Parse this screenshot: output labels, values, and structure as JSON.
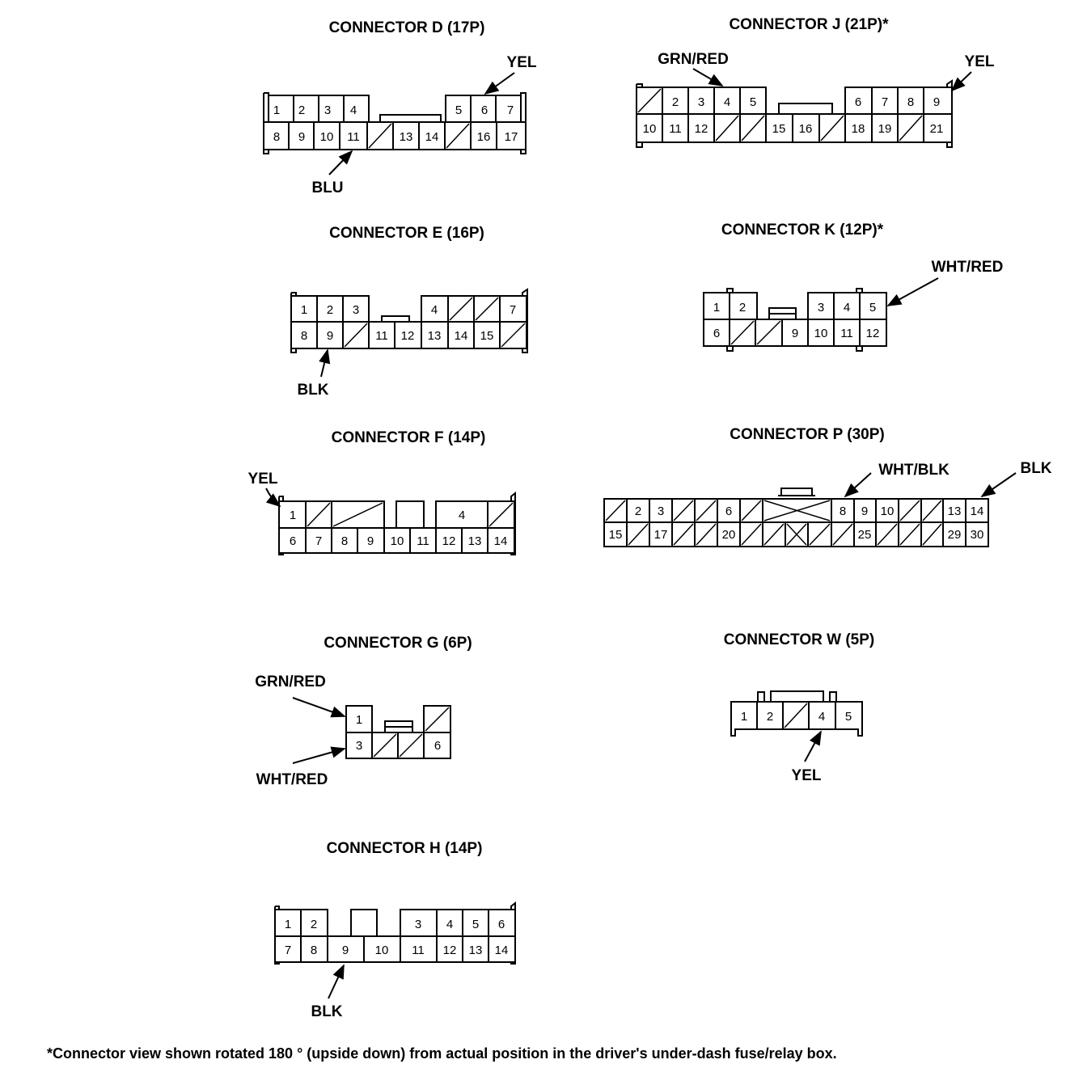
{
  "connectors": {
    "d": {
      "title": "CONNECTOR D (17P)",
      "row1": [
        "1",
        "2",
        "3",
        "4",
        "5",
        "6",
        "7"
      ],
      "row2": [
        "8",
        "9",
        "10",
        "11",
        "13",
        "14",
        "16",
        "17"
      ],
      "wire_top": "YEL",
      "wire_bottom": "BLU"
    },
    "e": {
      "title": "CONNECTOR E (16P)",
      "row1": [
        "1",
        "2",
        "3",
        "4",
        "7"
      ],
      "row2": [
        "8",
        "9",
        "11",
        "12",
        "13",
        "14",
        "15"
      ],
      "wire": "BLK"
    },
    "f": {
      "title": "CONNECTOR F (14P)",
      "row1": [
        "1",
        "4"
      ],
      "row2": [
        "6",
        "7",
        "8",
        "9",
        "10",
        "11",
        "12",
        "13",
        "14"
      ],
      "wire": "YEL"
    },
    "g": {
      "title": "CONNECTOR G (6P)",
      "row1": [
        "1"
      ],
      "row2": [
        "3",
        "6"
      ],
      "wire_top": "GRN/RED",
      "wire_bottom": "WHT/RED"
    },
    "h": {
      "title": "CONNECTOR H (14P)",
      "row1": [
        "1",
        "2",
        "3",
        "4",
        "5",
        "6"
      ],
      "row2": [
        "7",
        "8",
        "9",
        "10",
        "11",
        "12",
        "13",
        "14"
      ],
      "wire": "BLK"
    },
    "j": {
      "title": "CONNECTOR J (21P)*",
      "row1": [
        "2",
        "3",
        "4",
        "5",
        "6",
        "7",
        "8",
        "9"
      ],
      "row2": [
        "10",
        "11",
        "12",
        "15",
        "16",
        "18",
        "19",
        "21"
      ],
      "wire_left": "GRN/RED",
      "wire_right": "YEL"
    },
    "k": {
      "title": "CONNECTOR K (12P)*",
      "row1": [
        "1",
        "2",
        "3",
        "4",
        "5"
      ],
      "row2": [
        "6",
        "9",
        "10",
        "11",
        "12"
      ],
      "wire": "WHT/RED"
    },
    "p": {
      "title": "CONNECTOR P (30P)",
      "row1": [
        "2",
        "3",
        "6",
        "8",
        "9",
        "10",
        "13",
        "14"
      ],
      "row2": [
        "15",
        "17",
        "20",
        "25",
        "29",
        "30"
      ],
      "wire_mid": "WHT/BLK",
      "wire_right": "BLK"
    },
    "w": {
      "title": "CONNECTOR W (5P)",
      "row1": [
        "1",
        "2",
        "4",
        "5"
      ],
      "wire": "YEL"
    }
  },
  "footnote": "*Connector view shown rotated 180 ° (upside down) from actual position in the driver's under-dash fuse/relay box."
}
